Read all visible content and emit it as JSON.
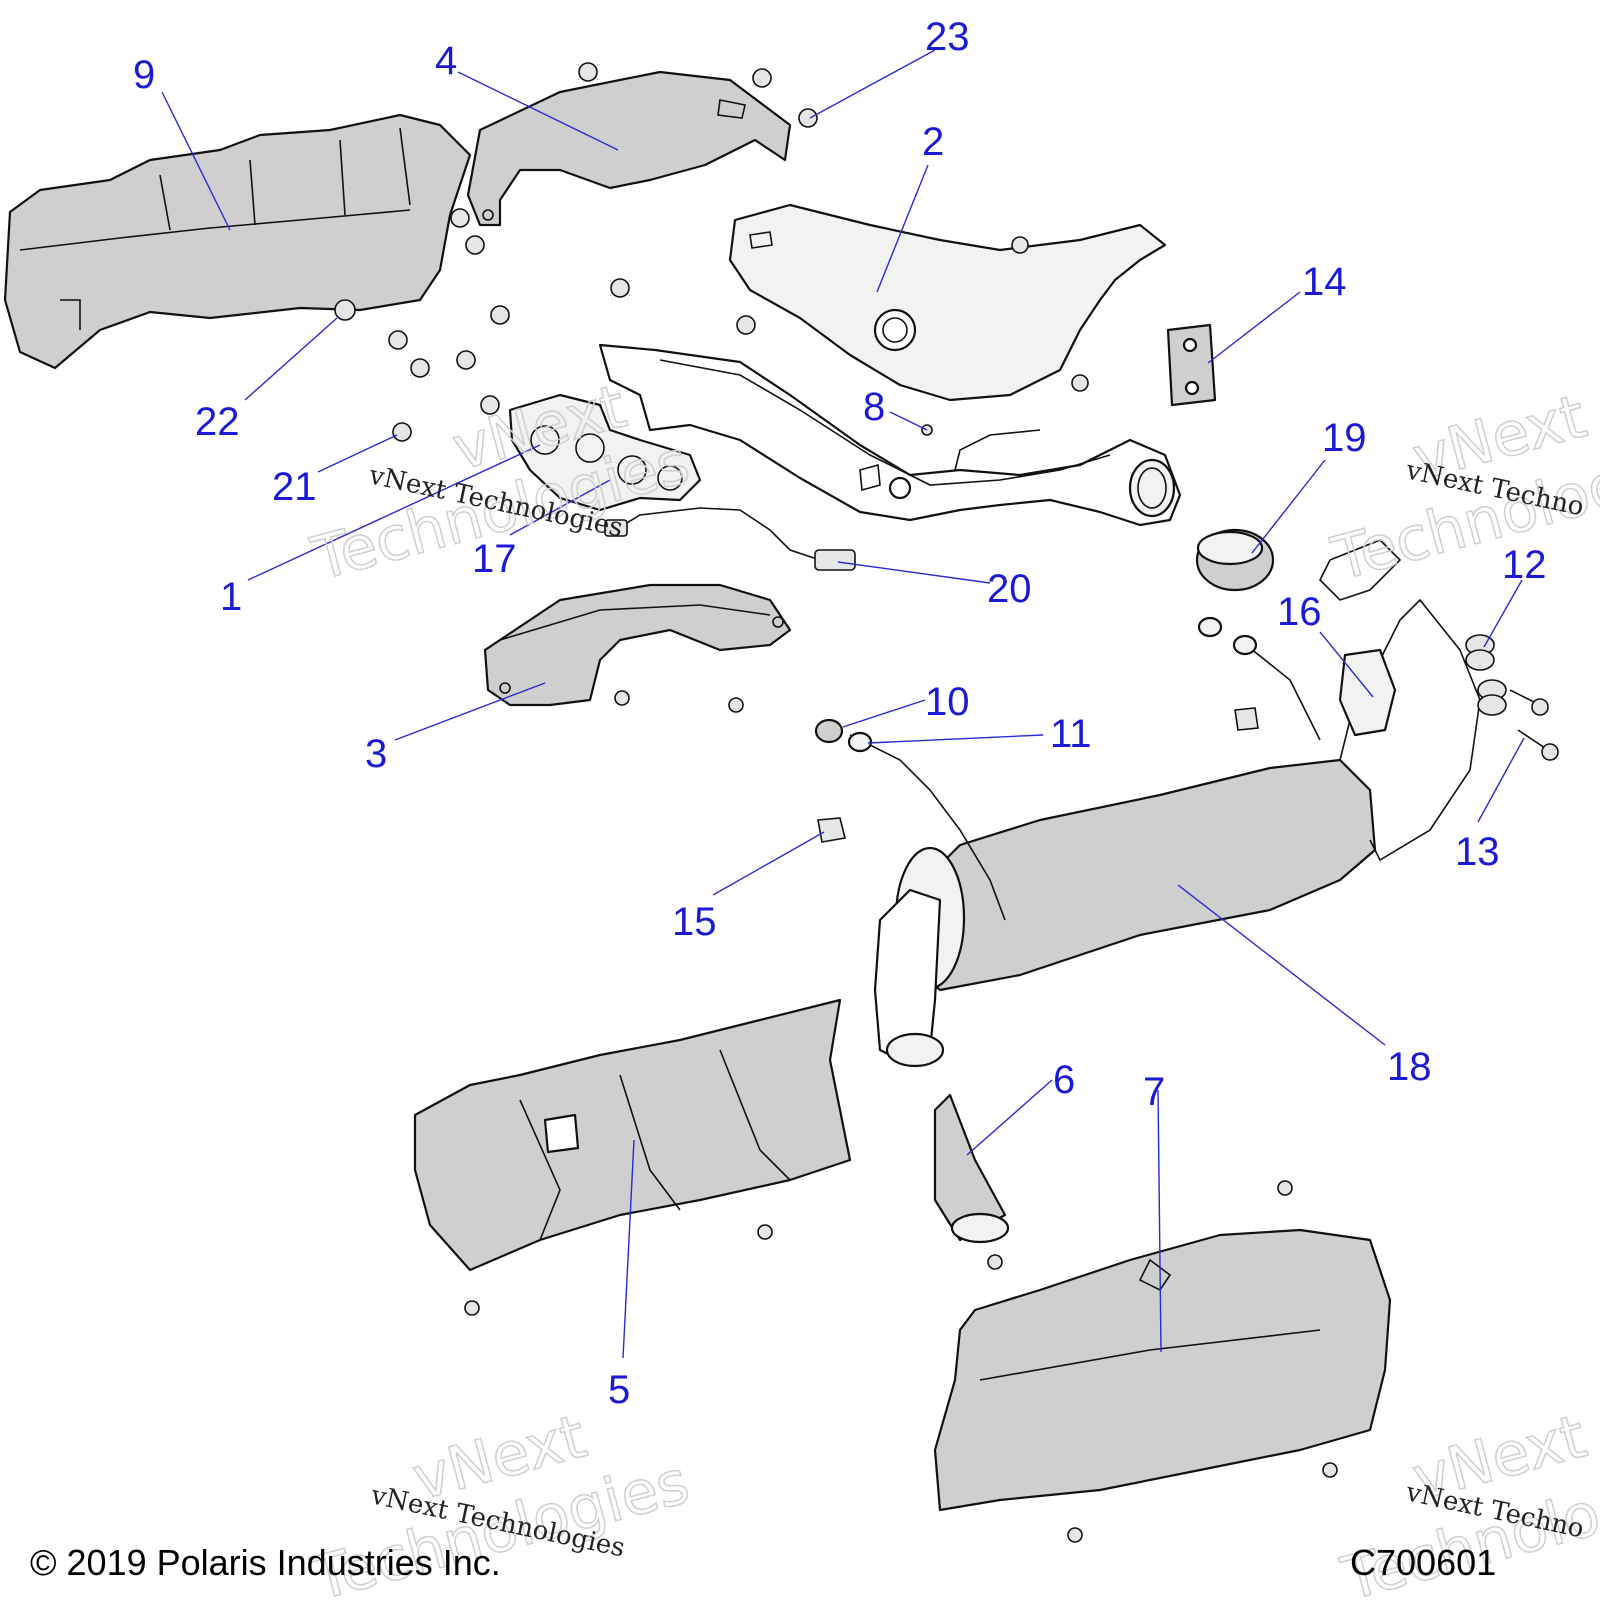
{
  "callouts": [
    {
      "num": "1"
    },
    {
      "num": "2"
    },
    {
      "num": "3"
    },
    {
      "num": "4"
    },
    {
      "num": "5"
    },
    {
      "num": "6"
    },
    {
      "num": "7"
    },
    {
      "num": "8"
    },
    {
      "num": "9"
    },
    {
      "num": "10"
    },
    {
      "num": "11"
    },
    {
      "num": "12"
    },
    {
      "num": "13"
    },
    {
      "num": "14"
    },
    {
      "num": "15"
    },
    {
      "num": "16"
    },
    {
      "num": "17"
    },
    {
      "num": "18"
    },
    {
      "num": "19"
    },
    {
      "num": "20"
    },
    {
      "num": "21"
    },
    {
      "num": "22"
    },
    {
      "num": "23"
    }
  ],
  "watermark": {
    "line_full": "vNext Technologies",
    "line_word1": "vNext",
    "line_word2": "Technologies",
    "line_cut": "vNext Techno"
  },
  "footer": {
    "copyright": "© 2019 Polaris Industries Inc.",
    "diagram_code": "C700601"
  },
  "colors": {
    "callout": "#1a1ad6",
    "part_fill": "#cfcfcf",
    "line": "#111111"
  }
}
